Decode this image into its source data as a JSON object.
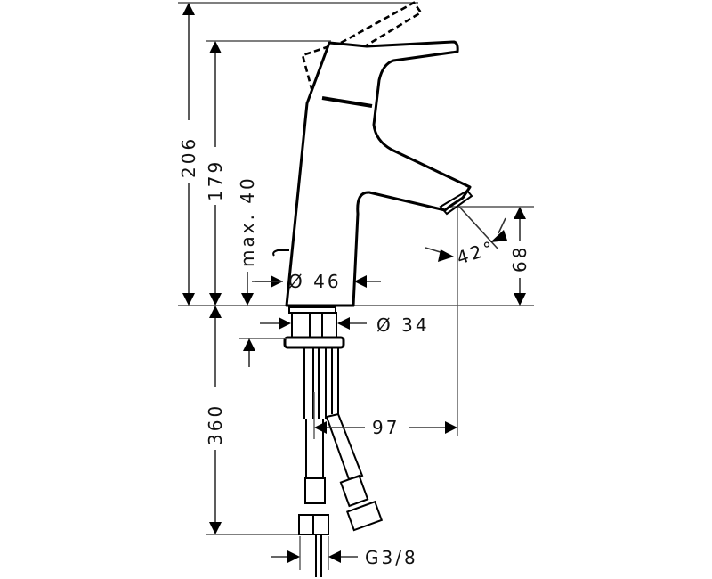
{
  "diagram": {
    "title": "Basin mixer technical drawing",
    "dimensions": {
      "total_height": "206",
      "spout_height": "179",
      "max_thickness": "max. 40",
      "base_diameter": "Ø 46",
      "shank_diameter": "Ø 34",
      "spout_outlet_height": "68",
      "spout_angle": "42°",
      "hose_length": "360",
      "projection": "97",
      "connection_thread": "G3/8"
    }
  }
}
